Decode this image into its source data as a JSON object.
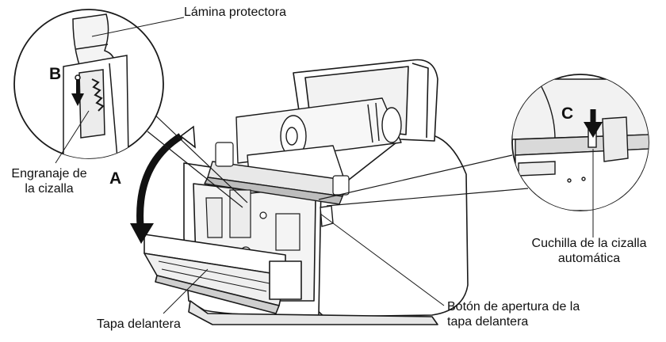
{
  "labels": {
    "protective_sheet": "Lámina protectora",
    "cutter_gear_line1": "Engranaje de",
    "cutter_gear_line2": "la cizalla",
    "front_cover": "Tapa delantera",
    "autocutter_blade_line1": "Cuchilla de la cizalla",
    "autocutter_blade_line2": "automática",
    "front_cover_release_line1": "Botón de apertura de la",
    "front_cover_release_line2": "tapa delantera"
  },
  "step_letters": {
    "a": "A",
    "b": "B",
    "c": "C"
  },
  "colors": {
    "line": "#1a1a1a",
    "body_fill": "#ffffff",
    "shade": "#d9d9d9",
    "dark": "#222222"
  }
}
